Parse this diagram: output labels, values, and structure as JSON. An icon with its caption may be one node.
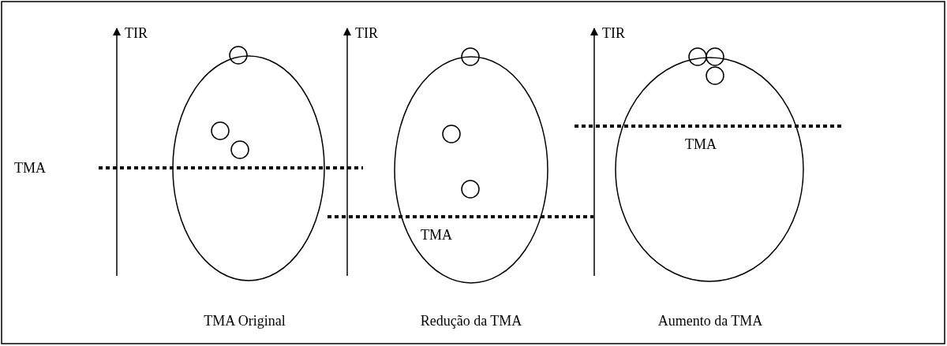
{
  "diagram": {
    "nodes": [
      {
        "text": [],
        "shape": "ellipse",
        "beside": [
          "TMA Original"
        ]
      },
      {
        "text": [],
        "shape": "ellipse",
        "beside": [
          "Redução da TMA"
        ]
      },
      {
        "text": [],
        "shape": "ellipse",
        "beside": [
          "Aumento da TMA"
        ]
      }
    ],
    "labels": [
      "TIR",
      "TIR",
      "TIR",
      "TMA",
      "TMA",
      "TMA"
    ]
  }
}
